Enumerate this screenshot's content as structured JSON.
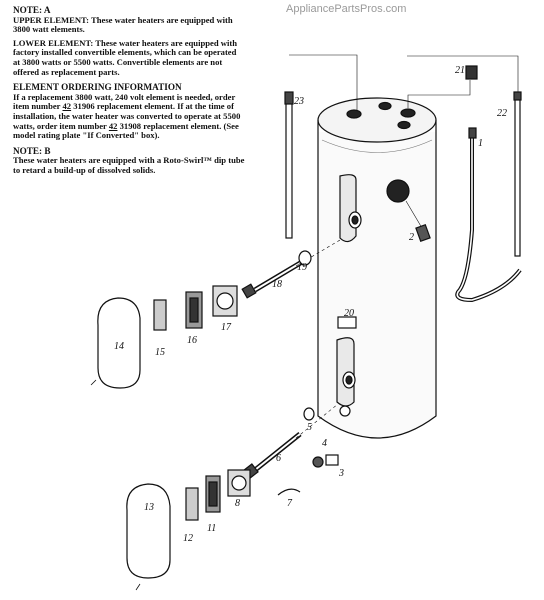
{
  "watermark": "AppliancePartsPros.com",
  "notes": {
    "note_a_title": "NOTE: A",
    "upper_label": "UPPER ELEMENT:",
    "upper_text": " These water heaters are equipped with 3800 watt elements.",
    "lower_label": "LOWER ELEMENT:",
    "lower_text": " These water heaters are equipped with factory installed convertible elements, which can be operated at 3800 watts or 5500 watts. Convertible elements are not offered as replacement parts.",
    "ordering_title": "ELEMENT ORDERING INFORMATION",
    "ordering_1": "If a replacement 3800 watt, 240 volt element is needed, order item number ",
    "ordering_num1": "42",
    "ordering_2": " 31906 replacement element. If at the time of installation, the water heater was converted to operate at 5500 watts, order item number ",
    "ordering_num2": "42",
    "ordering_3": " 31908 replacement element. (See model rating plate \"If Converted\" box).",
    "note_b_title": "NOTE: B",
    "note_b_text": "These water heaters are equipped with a Roto-Swirl™ dip tube to retard a build-up of dissolved solids."
  },
  "callouts": {
    "c1": "1",
    "c2": "2",
    "c3": "3",
    "c4": "4",
    "c5": "5",
    "c6": "6",
    "c7": "7",
    "c8": "8",
    "c11": "11",
    "c12": "12",
    "c13": "13",
    "c14": "14",
    "c15": "15",
    "c16": "16",
    "c17": "17",
    "c18": "18",
    "c19": "19",
    "c20": "20",
    "c21": "21",
    "c22": "22",
    "c23": "23"
  }
}
